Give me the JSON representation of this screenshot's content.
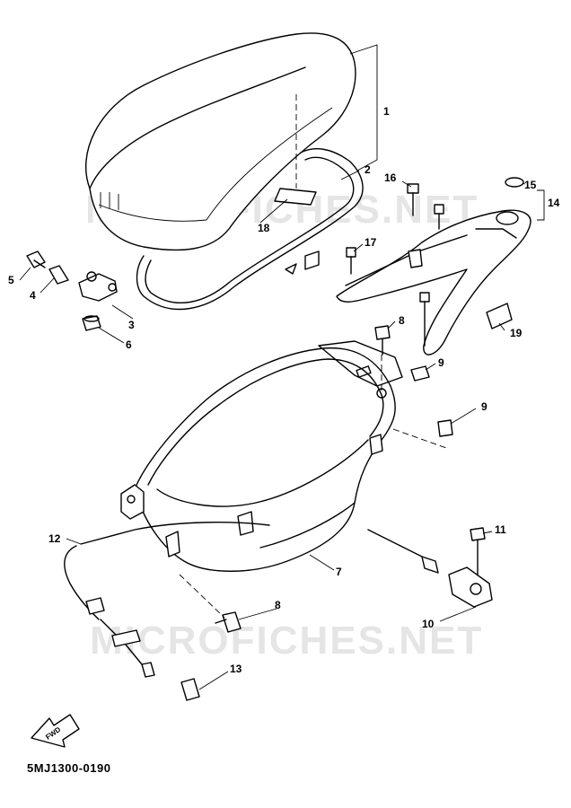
{
  "diagram_code": "5MJ1300-0190",
  "watermark": "MICROFICHES.NET",
  "fwd_label": "FWD",
  "callouts": {
    "c1": "1",
    "c2": "2",
    "c3": "3",
    "c4": "4",
    "c5": "5",
    "c6": "6",
    "c7": "7",
    "c8a": "8",
    "c8b": "8",
    "c9a": "9",
    "c9b": "9",
    "c10": "10",
    "c11": "11",
    "c12": "12",
    "c13": "13",
    "c14": "14",
    "c15": "15",
    "c16": "16",
    "c17": "17",
    "c18": "18",
    "c19": "19"
  }
}
